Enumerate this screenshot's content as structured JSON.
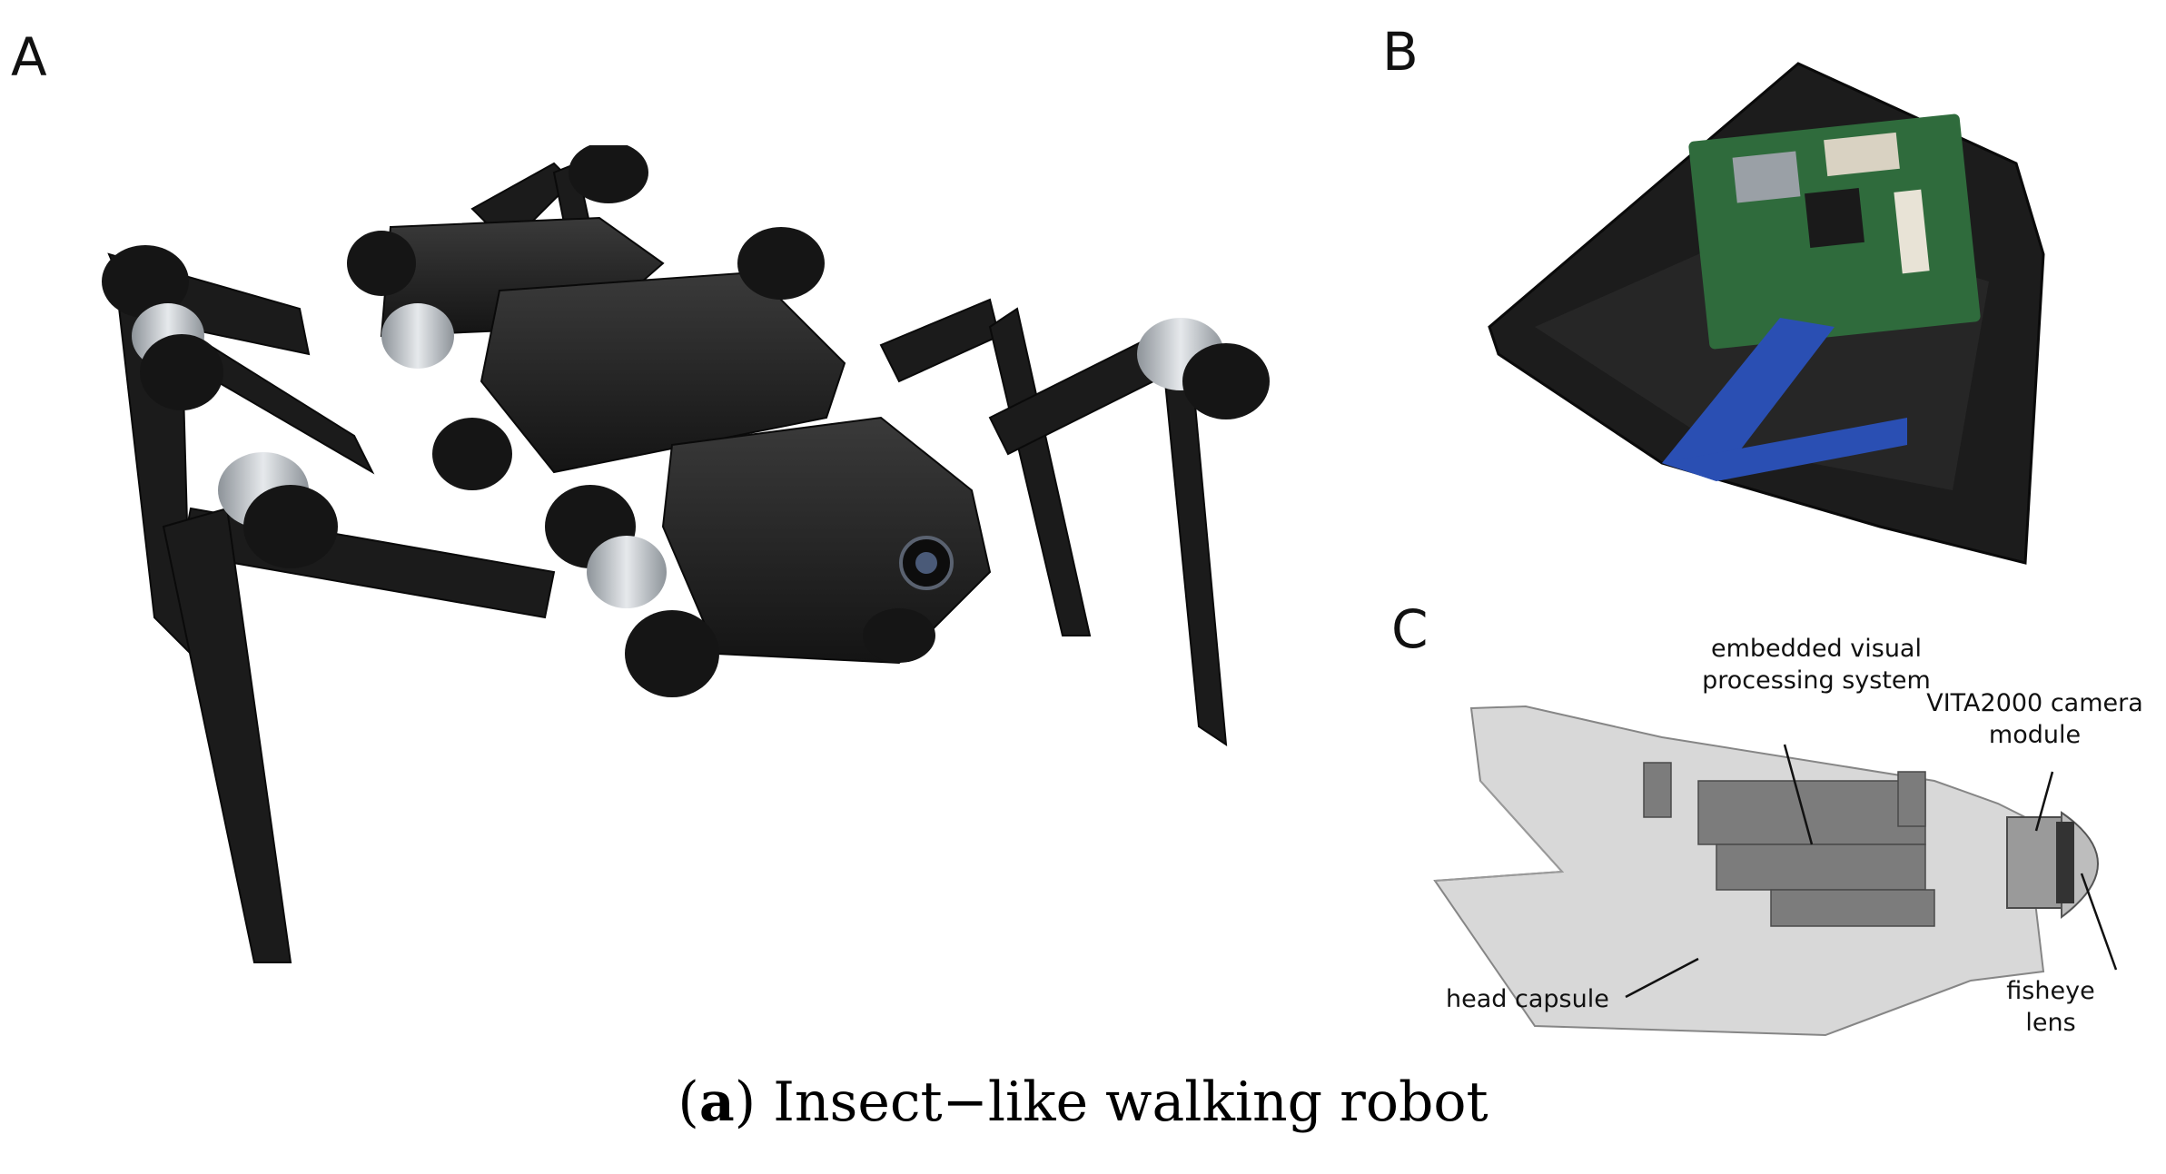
{
  "figure": {
    "panels": {
      "a": {
        "letter": "A"
      },
      "b": {
        "letter": "B"
      },
      "c": {
        "letter": "C"
      }
    },
    "callouts": {
      "evps": "embedded visual\nprocessing system",
      "vita": "VITA2000 camera\nmodule",
      "fisheye": "fisheye\nlens",
      "capsule": "head capsule"
    },
    "caption": {
      "open": "(",
      "letter": "a",
      "close": ")",
      "text": " Insect−like walking robot"
    }
  },
  "colors": {
    "robot_body": "#1a1a1a",
    "joint_metal": "#c8ccd0",
    "pcb_green": "#2f6b3c",
    "ribbon_blue": "#2a4fb3",
    "capsule_gray": "#c9c9c9"
  }
}
